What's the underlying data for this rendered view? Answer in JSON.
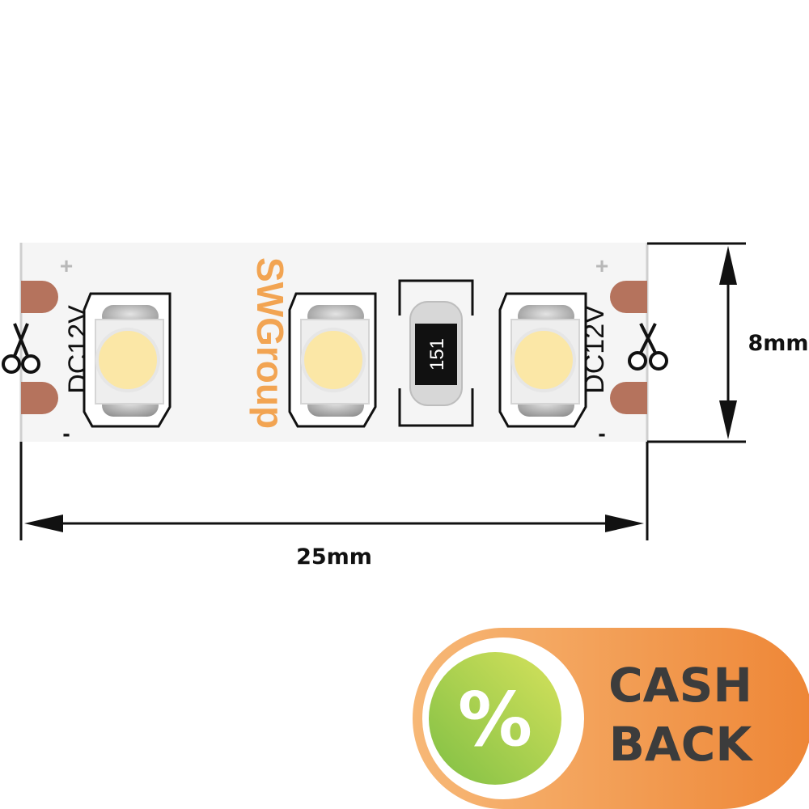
{
  "diagram": {
    "brand": "SWGroup",
    "voltage_label": "DC12V",
    "plus_sign": "+",
    "minus_sign": "-",
    "resistor_code": "151",
    "width_label": "25mm",
    "height_label": "8mm",
    "led_count_in_segment": 3
  },
  "badge": {
    "line1": "CASH",
    "line2": "BACK",
    "percent": "%"
  },
  "colors": {
    "strip": "#f6f6f6",
    "pad": "#b5735d",
    "led_core": "#fbe7a6",
    "brand": "#f2a452",
    "badge_orange": "#ef8a3c",
    "badge_green": "#8fc641",
    "line": "#111111"
  },
  "icons": [
    "scissors-icon",
    "percent-icon"
  ]
}
